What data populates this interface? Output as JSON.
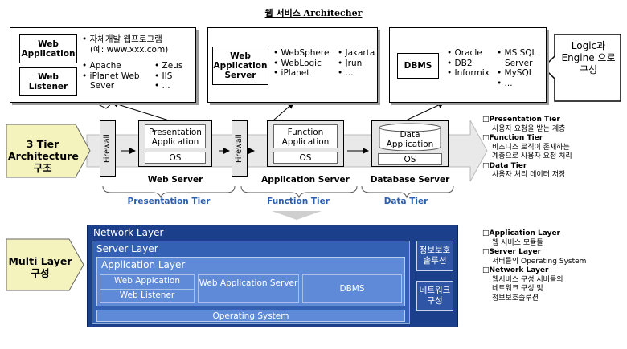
{
  "title": "웹 서비스 Architecher",
  "top": {
    "web_application": "Web Application",
    "web_app_items": [
      "자체개발 웹프로그램",
      "(예: www.xxx.com)"
    ],
    "web_listener": "Web Listener",
    "listener_items_col1": [
      "Apache",
      "iPlanet Web",
      "Sever"
    ],
    "listener_items_col2": [
      "Zeus",
      "IIS",
      "..."
    ],
    "was": "Web Application Server",
    "was_items_col1": [
      "WebSphere",
      "WebLogic",
      "iPlanet"
    ],
    "was_items_col2": [
      "Jakarta",
      "Jrun",
      "..."
    ],
    "dbms": "DBMS",
    "dbms_items_col1": [
      "Oracle",
      "DB2",
      "Informix"
    ],
    "dbms_items_col2": [
      "MS SQL",
      "Server",
      "MySQL",
      "..."
    ],
    "logic_label": "Logic과 Engine 으로 구성"
  },
  "tier": {
    "label": "3 Tier Architecture 구조",
    "firewall": "Firewall",
    "presentation_app": "Presentation Application",
    "function_app": "Function Application",
    "data_app": "Data Application",
    "os": "OS",
    "web_server": "Web Server",
    "app_server": "Application Server",
    "db_server": "Database Server",
    "presentation_tier": "Presentation Tier",
    "function_tier": "Function Tier",
    "data_tier": "Data Tier"
  },
  "legend1": [
    {
      "head": "Presentation Tier",
      "lines": [
        "사용자 요청을 받는 계층"
      ]
    },
    {
      "head": "Function Tier",
      "lines": [
        "비즈니스 로직이 존재하는",
        "계층으로 사용자 요청 처리"
      ]
    },
    {
      "head": "Data Tier",
      "lines": [
        "사용자 처리 데이터 저장"
      ]
    }
  ],
  "multi": {
    "label": "Multi Layer 구성",
    "network_layer": "Network Layer",
    "server_layer": "Server Layer",
    "application_layer": "Application Layer",
    "web_application": "Web Appication",
    "web_listener": "Web Listener",
    "was": "Web Application Server",
    "dbms": "DBMS",
    "os": "Operating System",
    "security": "정보보호 솔루션",
    "network": "네트워크 구성"
  },
  "legend2": [
    {
      "head": "Application Layer",
      "lines": [
        "웹 서비스 모듈들"
      ]
    },
    {
      "head": "Server Layer",
      "lines": [
        "서버들의 Operating System"
      ]
    },
    {
      "head": "Network Layer",
      "lines": [
        "웹서비스 구성 서버들의",
        "네트워크 구성 및",
        "정보보호솔루션"
      ]
    }
  ],
  "colors": {
    "dark_blue": "#1c3f8c",
    "mid_blue": "#3561b5",
    "light_blue": "#5f8ad8",
    "tier_label": "#2a5fb0",
    "arrow_fill": "#f4f2bd"
  }
}
